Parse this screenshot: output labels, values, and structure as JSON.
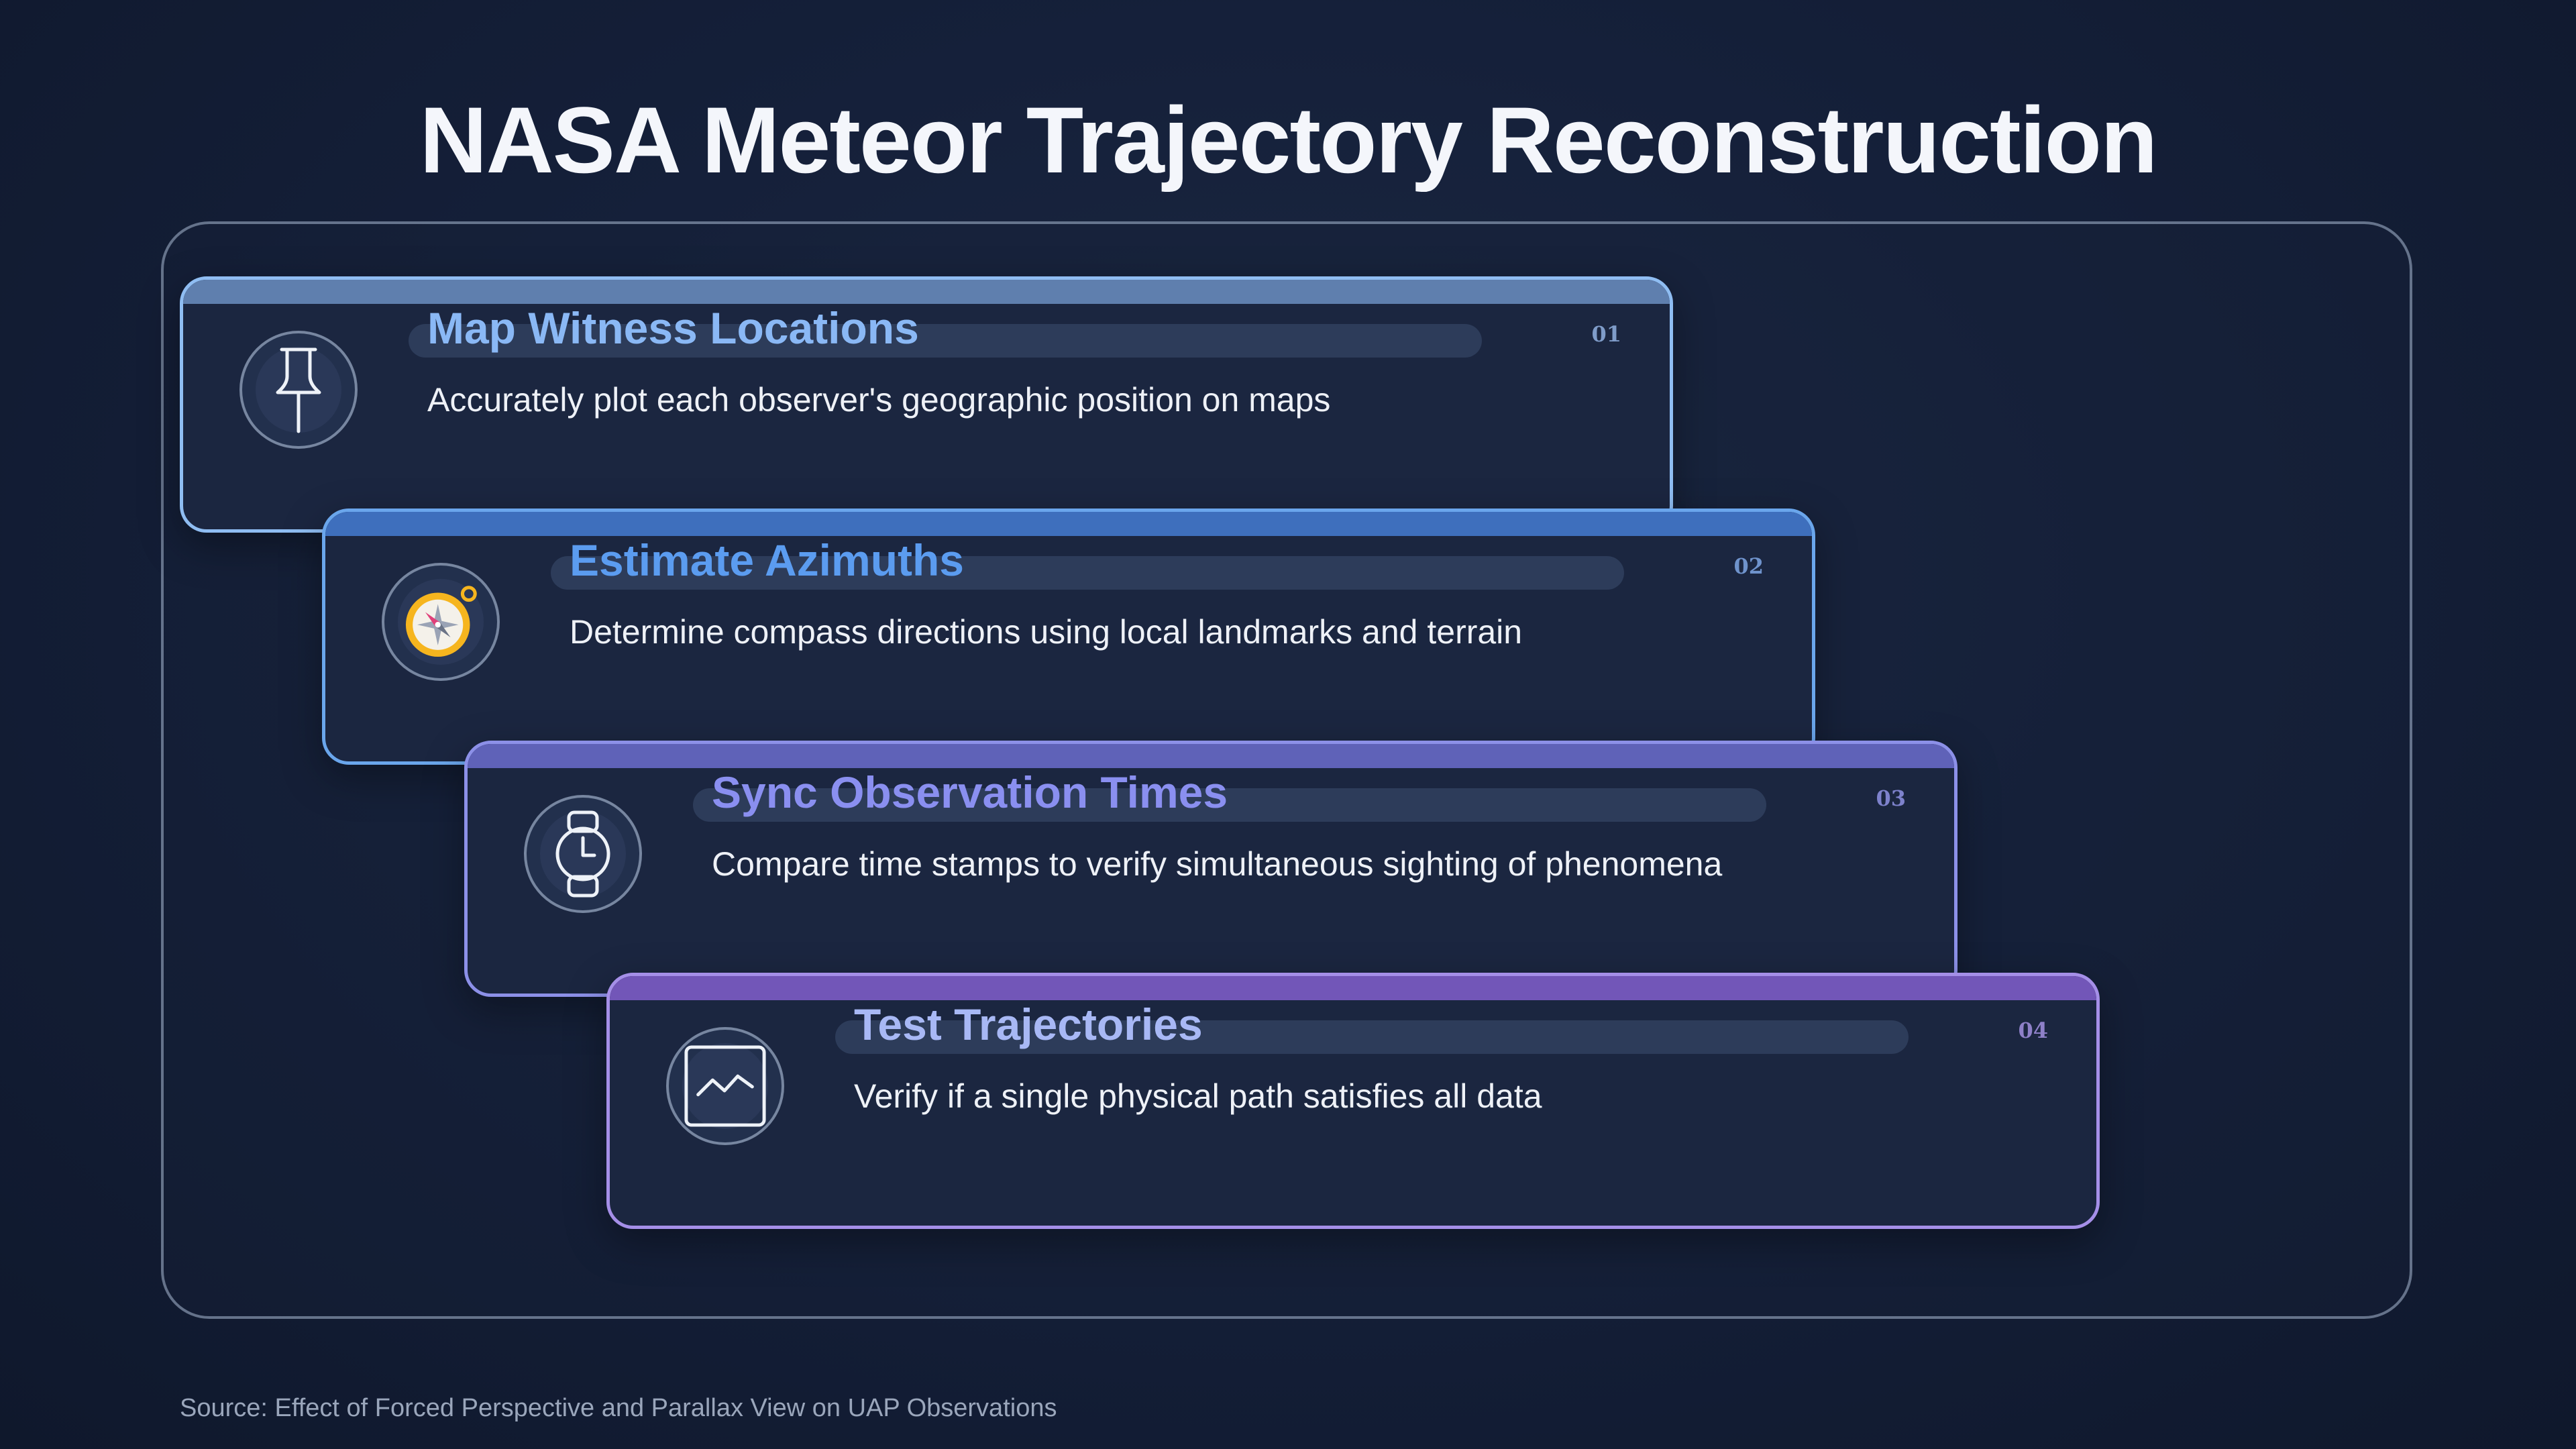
{
  "title": "NASA Meteor Trajectory Reconstruction",
  "steps": [
    {
      "number": "01",
      "title": "Map Witness Locations",
      "description": "Accurately plot each observer's geographic position on maps",
      "icon": "pushpin-icon",
      "accent": "#8ab8f5",
      "border": "#8fbdf2"
    },
    {
      "number": "02",
      "title": "Estimate Azimuths",
      "description": "Determine compass directions using local landmarks and terrain",
      "icon": "compass-icon",
      "accent": "#5b9cf0",
      "border": "#6aa6ec"
    },
    {
      "number": "03",
      "title": "Sync Observation Times",
      "description": "Compare time stamps to verify simultaneous sighting of phenomena",
      "icon": "watch-icon",
      "accent": "#8a8ff0",
      "border": "#8c90e8"
    },
    {
      "number": "04",
      "title": "Test Trajectories",
      "description": "Verify if a single physical path satisfies all data",
      "icon": "chart-line-icon",
      "accent": "#a8b8f5",
      "border": "#a58fe8"
    }
  ],
  "source": "Source: Effect of Forced Perspective and Parallax View on UAP Observations"
}
